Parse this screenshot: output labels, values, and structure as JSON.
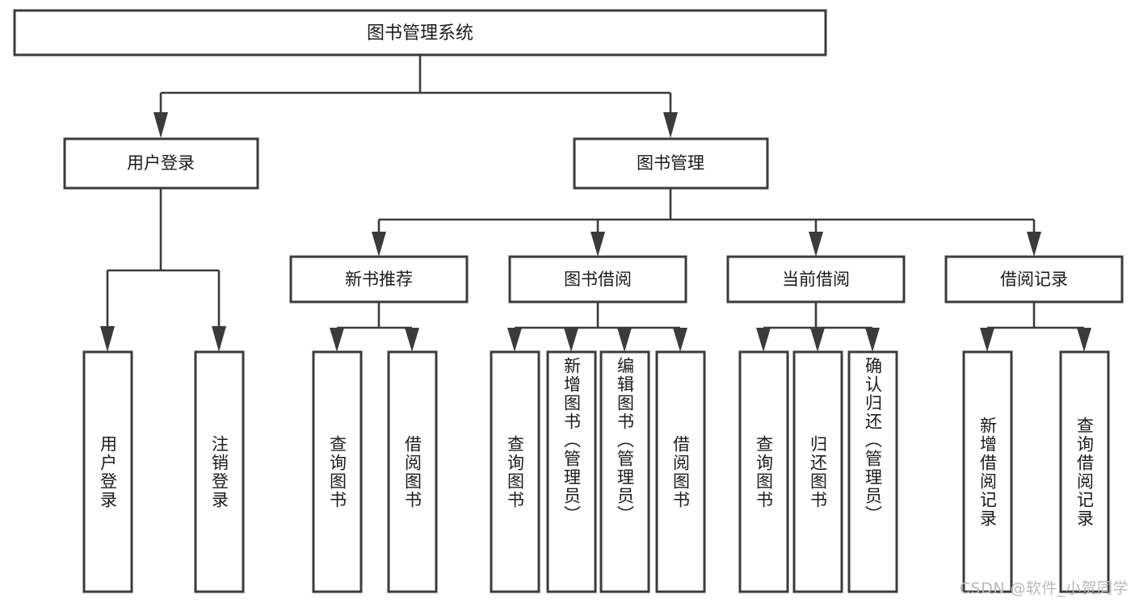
{
  "diagram": {
    "type": "hierarchy-tree",
    "title": "图书管理系统",
    "orientation": "top-down",
    "colors": {
      "box_stroke": "#3b3b3b",
      "box_fill": "#ffffff",
      "edge": "#3b3b3b",
      "text": "#1b1b1b",
      "watermark": "#b9b9b9",
      "background": "#ffffff"
    },
    "root": {
      "label": "图书管理系统"
    },
    "level2": [
      {
        "label": "用户登录"
      },
      {
        "label": "图书管理"
      }
    ],
    "level3": [
      {
        "label": "新书推荐"
      },
      {
        "label": "图书借阅"
      },
      {
        "label": "当前借阅"
      },
      {
        "label": "借阅记录"
      }
    ],
    "leaves": {
      "user_login": [
        {
          "label": "用户登录"
        },
        {
          "label": "注销登录"
        }
      ],
      "new_book_recommend": [
        {
          "label": "查询图书"
        },
        {
          "label": "借阅图书"
        }
      ],
      "book_borrow": [
        {
          "label": "查询图书"
        },
        {
          "label": "新增图书（管理员）"
        },
        {
          "label": "编辑图书（管理员）"
        },
        {
          "label": "借阅图书"
        }
      ],
      "current_borrow": [
        {
          "label": "查询图书"
        },
        {
          "label": "归还图书"
        },
        {
          "label": "确认归还（管理员）"
        }
      ],
      "borrow_record": [
        {
          "label": "新增借阅记录"
        },
        {
          "label": "查询借阅记录"
        }
      ]
    }
  },
  "watermark": {
    "text": "CSDN @软件_小贺同学"
  }
}
